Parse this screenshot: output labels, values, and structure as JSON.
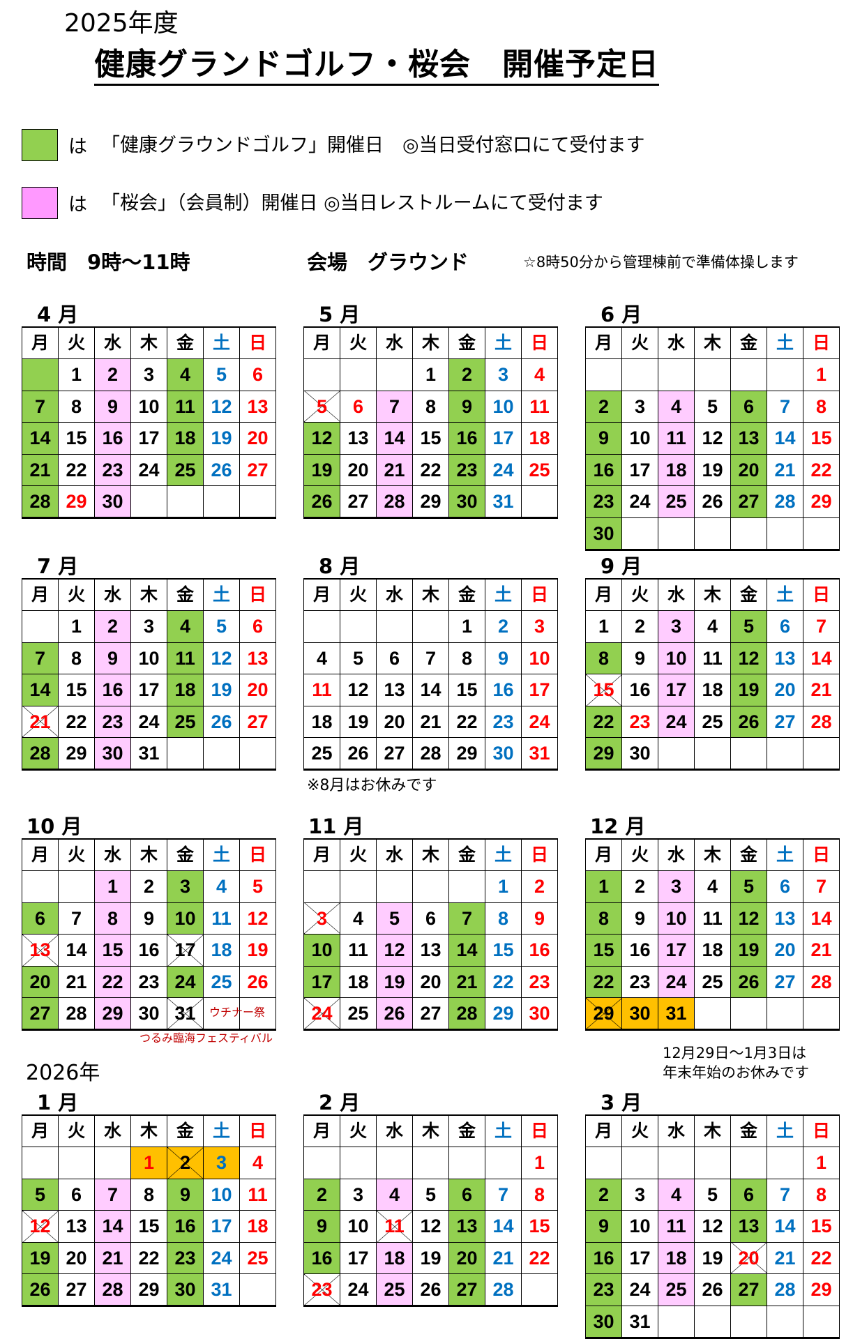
{
  "fiscal_year": "2025年度",
  "title": "健康グランドゴルフ・桜会　開催予定日",
  "legend": [
    {
      "color": "#92d050",
      "prefix": "は",
      "text": "「健康グラウンドゴルフ」開催日　◎当日受付窓口にて受付ます"
    },
    {
      "color": "#ff99ff",
      "prefix": "は",
      "text": "「桜会」（会員制）開催日 ◎当日レストルームにて受付ます"
    }
  ],
  "time": "時間　9時～11時",
  "venue": "会場　グラウンド",
  "warmup": "☆8時50分から管理棟前で準備体操します",
  "weekdays": [
    "月",
    "火",
    "水",
    "木",
    "金",
    "土",
    "日"
  ],
  "year2": "2026年",
  "aug_note": "※8月はお休みです",
  "newyear_note": [
    "12月29日～1月3日は",
    "年末年始のお休みです"
  ],
  "annotations": {
    "oct_festival": "つるみ臨海フェスティバル",
    "oct_uchina": "ウチナー祭"
  },
  "months": [
    {
      "label": "4 月",
      "offset": 1,
      "days": 30,
      "green": [
        4,
        7,
        11,
        14,
        18,
        21,
        25,
        28
      ],
      "green_blank": [
        0
      ],
      "pink": [
        2,
        9,
        16,
        23,
        30
      ],
      "orange": [],
      "crossed": [],
      "red": [
        29
      ]
    },
    {
      "label": "5 月",
      "offset": 3,
      "days": 31,
      "green": [
        2,
        9,
        12,
        16,
        19,
        23,
        26,
        30
      ],
      "pink": [
        7,
        14,
        21,
        28
      ],
      "orange": [],
      "crossed": [
        5
      ],
      "red": [
        5,
        6
      ]
    },
    {
      "label": "6 月",
      "offset": 6,
      "days": 30,
      "green": [
        2,
        6,
        9,
        13,
        16,
        20,
        23,
        27,
        30
      ],
      "pink": [
        4,
        11,
        18,
        25
      ],
      "orange": [],
      "crossed": [],
      "red": []
    },
    {
      "label": "7 月",
      "offset": 1,
      "days": 31,
      "green": [
        4,
        7,
        11,
        14,
        18,
        25,
        28
      ],
      "pink": [
        2,
        9,
        16,
        23,
        30
      ],
      "orange": [],
      "crossed": [
        21
      ],
      "red": [
        21
      ]
    },
    {
      "label": "8 月",
      "offset": 4,
      "days": 31,
      "green": [],
      "pink": [],
      "orange": [],
      "crossed": [],
      "red": [
        11
      ]
    },
    {
      "label": "9 月",
      "offset": 0,
      "days": 30,
      "green": [
        5,
        8,
        12,
        19,
        22,
        26,
        29
      ],
      "pink": [
        3,
        10,
        17,
        24
      ],
      "orange": [],
      "crossed": [
        15
      ],
      "red": [
        15,
        23
      ]
    },
    {
      "label": "10 月",
      "offset": 2,
      "days": 31,
      "green": [
        3,
        6,
        10,
        20,
        24,
        27
      ],
      "pink": [
        1,
        8,
        15,
        22,
        29
      ],
      "orange": [],
      "crossed": [
        13,
        17,
        31
      ],
      "red": [
        13
      ]
    },
    {
      "label": "11 月",
      "offset": 5,
      "days": 30,
      "green": [
        7,
        10,
        14,
        17,
        21,
        28
      ],
      "pink": [
        5,
        12,
        19,
        26
      ],
      "orange": [],
      "crossed": [
        3,
        24
      ],
      "red": [
        3,
        24
      ]
    },
    {
      "label": "12 月",
      "offset": 0,
      "days": 31,
      "green": [
        1,
        5,
        8,
        12,
        15,
        19,
        22,
        26
      ],
      "pink": [
        3,
        10,
        17,
        24
      ],
      "orange": [
        29,
        30,
        31
      ],
      "crossed": [
        29
      ],
      "red": []
    },
    {
      "label": "1 月",
      "offset": 3,
      "days": 31,
      "green": [
        5,
        9,
        16,
        19,
        23,
        26,
        30
      ],
      "pink": [
        7,
        14,
        21,
        28
      ],
      "orange": [
        1,
        2,
        3
      ],
      "crossed": [
        2,
        12
      ],
      "red": [
        1,
        12
      ]
    },
    {
      "label": "2 月",
      "offset": 6,
      "days": 28,
      "green": [
        2,
        6,
        9,
        13,
        16,
        20,
        27
      ],
      "pink": [
        4,
        18,
        25
      ],
      "orange": [],
      "crossed": [
        11,
        23
      ],
      "red": [
        11,
        23
      ]
    },
    {
      "label": "3 月",
      "offset": 6,
      "days": 31,
      "green": [
        2,
        6,
        9,
        13,
        16,
        23,
        27,
        30
      ],
      "pink": [
        4,
        11,
        18,
        25
      ],
      "orange": [],
      "crossed": [
        20
      ],
      "red": [
        20
      ]
    }
  ]
}
